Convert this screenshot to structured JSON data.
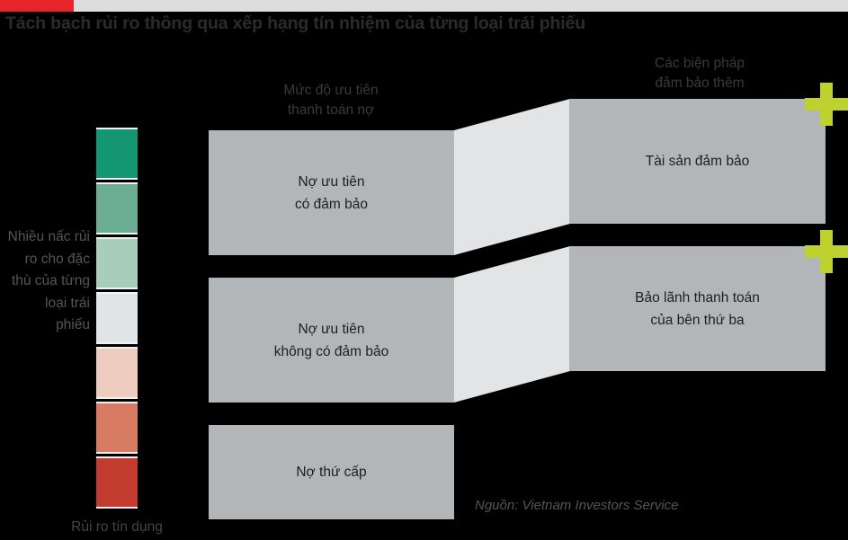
{
  "topbar": {
    "accent_color": "#e8232a",
    "bar_color": "#dedddb"
  },
  "headline": "Tách bạch rủi ro thông qua xếp hạng tín nhiệm của từng loại trái phiếu",
  "headers": {
    "middle": "Mức độ ưu tiên\nthanh toán nợ",
    "middle_line1": "Mức độ ưu tiên",
    "middle_line2": "thanh toán nợ",
    "right_line1": "Các biện pháp",
    "right_line2": "đảm bảo thêm"
  },
  "legend": {
    "label": "Nhiều nấc rủi ro cho đặc thù của từng loại trái phiếu",
    "bottom_label": "Rủi ro tín dụng",
    "swatches": [
      {
        "name": "risk-level-1",
        "color": "#149673"
      },
      {
        "name": "risk-level-2",
        "color": "#6bae94"
      },
      {
        "name": "risk-level-3",
        "color": "#a8cdb9"
      },
      {
        "name": "risk-level-4",
        "color": "#e1e4e7"
      },
      {
        "name": "risk-level-5",
        "color": "#efccc0"
      },
      {
        "name": "risk-level-6",
        "color": "#d77c63"
      },
      {
        "name": "risk-level-7",
        "color": "#c33a2e"
      }
    ]
  },
  "flow": {
    "box_color": "#b3b6b9",
    "connector_color": "#e2e4e6",
    "plus_color": "#bdd22f",
    "rows": [
      {
        "left_line1": "Nợ ưu tiên",
        "left_line2": "có đảm bảo",
        "right_line1": "Tài sản đảm bảo",
        "right_line2": "",
        "has_plus": true
      },
      {
        "left_line1": "Nợ ưu tiên",
        "left_line2": "không có đảm bảo",
        "right_line1": "Bảo lãnh thanh toán",
        "right_line2": "của bên thứ ba",
        "has_plus": true
      },
      {
        "left_line1": "Nợ thứ cấp",
        "left_line2": "",
        "right_line1": "",
        "right_line2": "",
        "has_plus": false
      }
    ]
  },
  "source": "Nguồn: Vietnam Investors Service"
}
